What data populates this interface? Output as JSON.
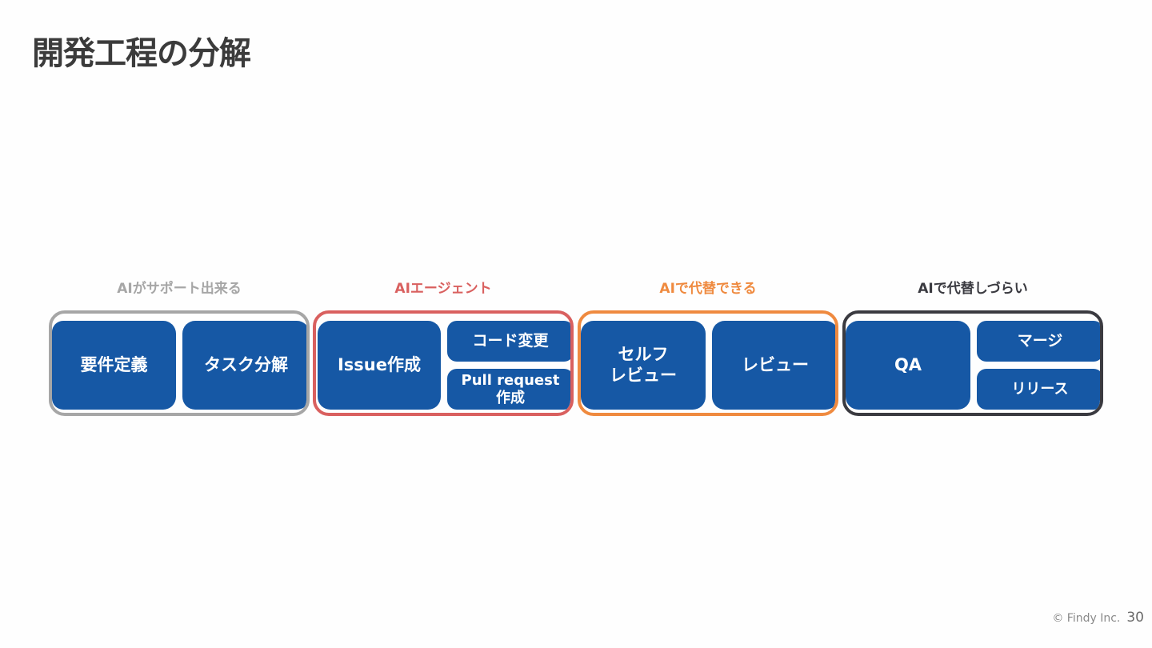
{
  "title": "開発工程の分解",
  "groups": [
    {
      "label": "AIがサポート出来る",
      "color": "#a6a6a6",
      "boxes": [
        {
          "label": "要件定義"
        },
        {
          "label": "タスク分解"
        }
      ]
    },
    {
      "label": "AIエージェント",
      "color": "#d9605f",
      "boxes": [
        {
          "label": "Issue作成"
        },
        {
          "label": "コード変更"
        },
        {
          "label": "Pull request\n作成"
        }
      ]
    },
    {
      "label": "AIで代替できる",
      "color": "#ef8a3f",
      "boxes": [
        {
          "label": "セルフ\nレビュー"
        },
        {
          "label": "レビュー"
        }
      ]
    },
    {
      "label": "AIで代替しづらい",
      "color": "#3a3a40",
      "boxes": [
        {
          "label": "QA"
        },
        {
          "label": "マージ"
        },
        {
          "label": "リリース"
        }
      ]
    }
  ],
  "footer": {
    "copyright": "© Findy Inc.",
    "page_number": "30"
  }
}
